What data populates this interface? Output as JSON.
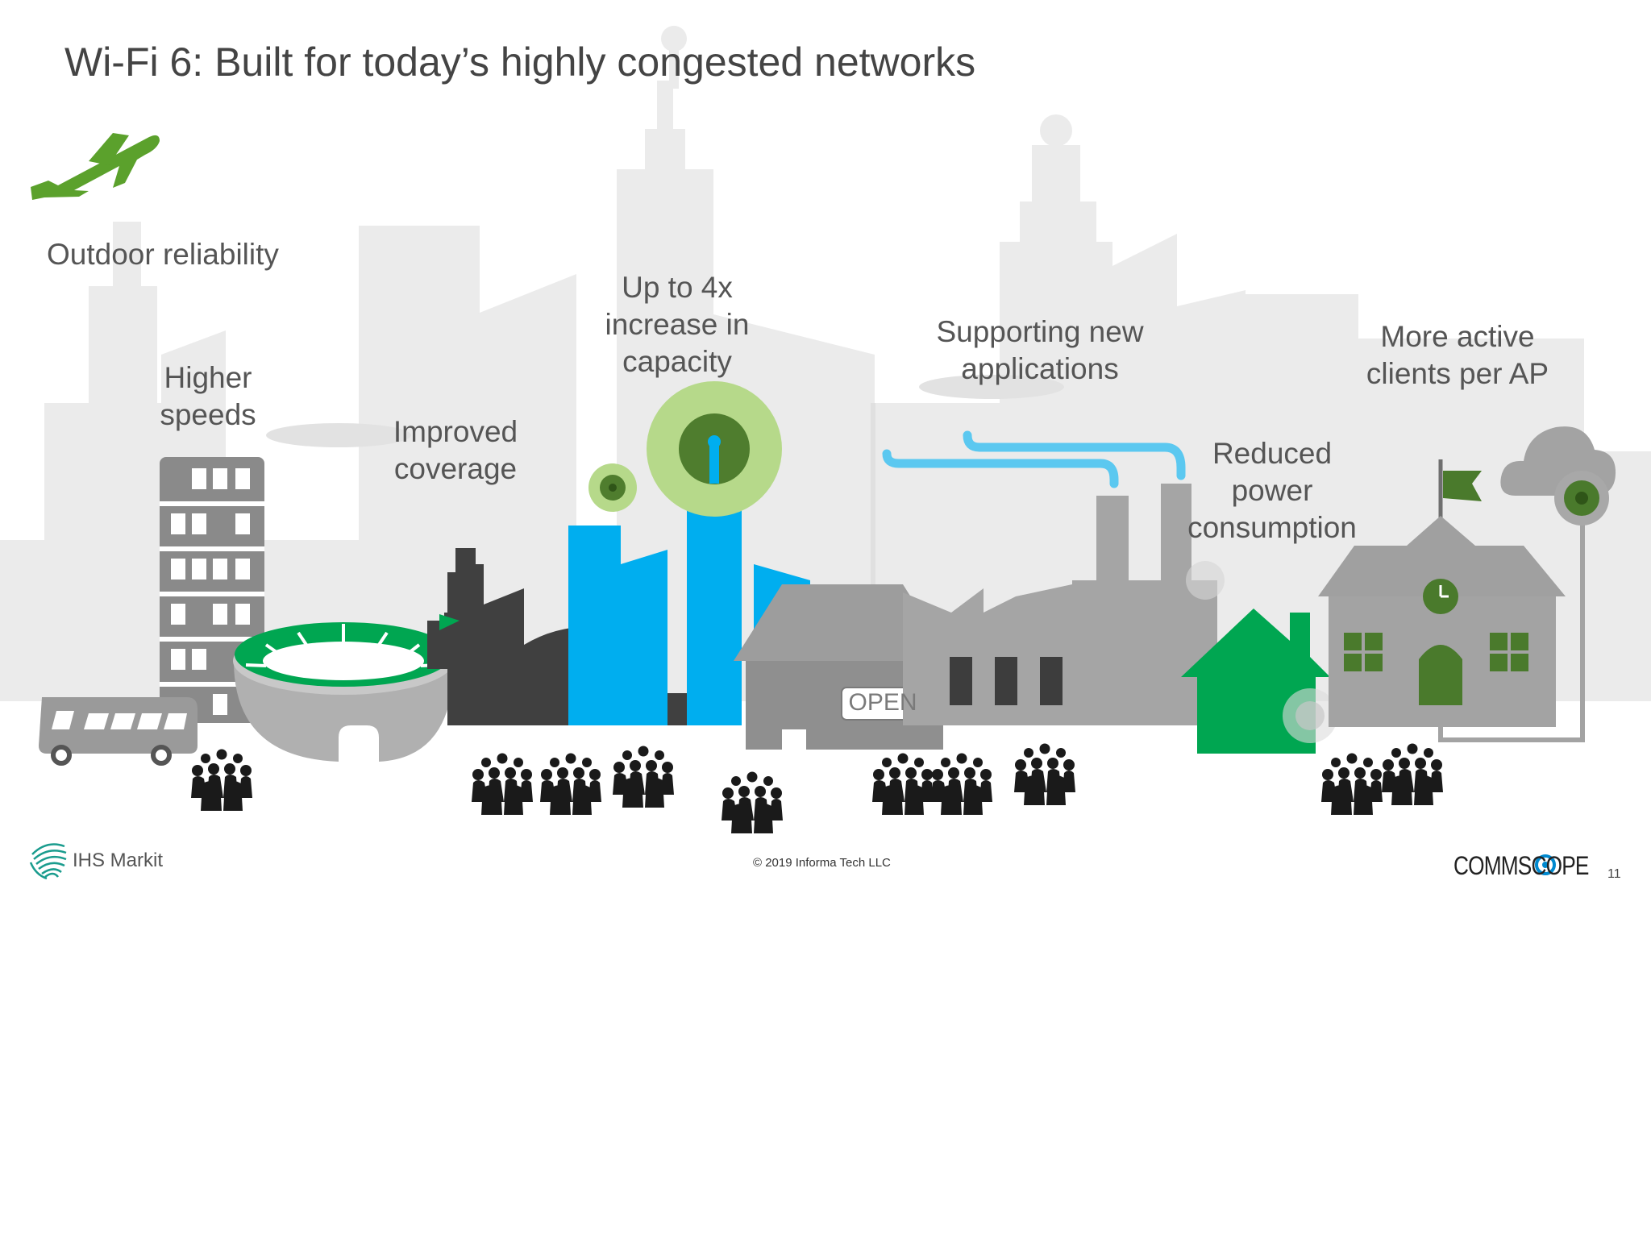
{
  "slide": {
    "title": "Wi-Fi 6: Built for today’s highly congested networks",
    "page_number": "11"
  },
  "labels": {
    "outdoor": "Outdoor reliability",
    "speeds": [
      "Higher",
      "speeds"
    ],
    "coverage": [
      "Improved",
      "coverage"
    ],
    "capacity": [
      "Up to 4x",
      "increase in",
      "capacity"
    ],
    "applications": [
      "Supporting new",
      "applications"
    ],
    "power": [
      "Reduced",
      "power",
      "consumption"
    ],
    "clients": [
      "More active",
      "clients per AP"
    ]
  },
  "store_sign": "OPEN",
  "footer": {
    "copyright": "© 2019 Informa Tech LLC",
    "left_logo": "IHS Markit",
    "right_logo": "COMMSCOPE"
  },
  "icons": [
    "airplane-icon",
    "bus-icon",
    "stadium-icon",
    "city-block-icon",
    "tower-icon",
    "store-icon",
    "factory-icon",
    "home-icon",
    "school-icon",
    "cloud-icon",
    "crowd-icon",
    "signal-ring-icon"
  ],
  "colors": {
    "skyline": "#e8e8e8",
    "accent_green": "#00a651",
    "dark_green": "#4a7a2c",
    "light_green": "#a8d080",
    "blue": "#00aeef",
    "light_blue": "#5bc8f0",
    "dark_grey": "#444444",
    "mid_grey": "#a3a3a3"
  }
}
